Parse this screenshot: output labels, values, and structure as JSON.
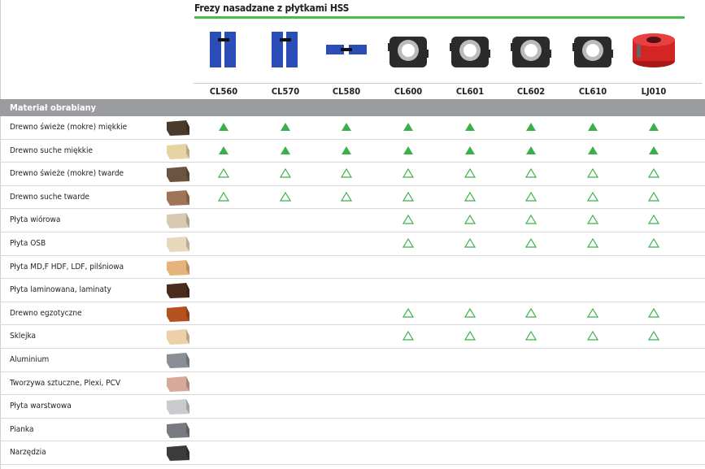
{
  "header": {
    "group_title": "Frezy nasadzane z płytkami HSS"
  },
  "columns": [
    {
      "code": "CL560",
      "color": "#2a4db8"
    },
    {
      "code": "CL570",
      "color": "#2a4db8"
    },
    {
      "code": "CL580",
      "color": "#2a4db8"
    },
    {
      "code": "CL600",
      "color": "#2b2b2b"
    },
    {
      "code": "CL601",
      "color": "#2b2b2b"
    },
    {
      "code": "CL602",
      "color": "#2b2b2b"
    },
    {
      "code": "CL610",
      "color": "#2b2b2b"
    },
    {
      "code": "LJ010",
      "color": "#d42424"
    }
  ],
  "band_label": "Materiał obrabiany",
  "legend": {
    "filled": "filled-triangle",
    "outline": "outline-triangle"
  },
  "rows": [
    {
      "label": "Drewno świeże (mokre) miękkie",
      "swatch": "#4a3a2c",
      "marks": [
        "F",
        "F",
        "F",
        "F",
        "F",
        "F",
        "F",
        "F"
      ]
    },
    {
      "label": "Drewno suche miękkie",
      "swatch": "#e8d3a4",
      "marks": [
        "F",
        "F",
        "F",
        "F",
        "F",
        "F",
        "F",
        "F"
      ]
    },
    {
      "label": "Drewno świeże (mokre) twarde",
      "swatch": "#6b5540",
      "marks": [
        "O",
        "O",
        "O",
        "O",
        "O",
        "O",
        "O",
        "O"
      ]
    },
    {
      "label": "Drewno suche twarde",
      "swatch": "#a07458",
      "marks": [
        "O",
        "O",
        "O",
        "O",
        "O",
        "O",
        "O",
        "O"
      ]
    },
    {
      "label": "Płyta wiórowa",
      "swatch": "#d9c9b0",
      "marks": [
        "",
        "",
        "",
        "O",
        "O",
        "O",
        "O",
        "O"
      ]
    },
    {
      "label": "Płyta OSB",
      "swatch": "#e6d8bb",
      "marks": [
        "",
        "",
        "",
        "O",
        "O",
        "O",
        "O",
        "O"
      ]
    },
    {
      "label": "Płyta MD,F HDF, LDF, pilśniowa",
      "swatch": "#e7b37a",
      "marks": [
        "",
        "",
        "",
        "",
        "",
        "",
        "",
        ""
      ]
    },
    {
      "label": "Płyta laminowana, laminaty",
      "swatch": "#4a2c1c",
      "marks": [
        "",
        "",
        "",
        "",
        "",
        "",
        "",
        ""
      ]
    },
    {
      "label": "Drewno egzotyczne",
      "swatch": "#b5501f",
      "marks": [
        "",
        "",
        "",
        "O",
        "O",
        "O",
        "O",
        "O"
      ]
    },
    {
      "label": "Sklejka",
      "swatch": "#ecd0a8",
      "marks": [
        "",
        "",
        "",
        "O",
        "O",
        "O",
        "O",
        "O"
      ]
    },
    {
      "label": "Aluminium",
      "swatch": "#8a8f96",
      "marks": [
        "",
        "",
        "",
        "",
        "",
        "",
        "",
        ""
      ]
    },
    {
      "label": "Tworzywa sztuczne, Plexi, PCV",
      "swatch": "#d8a898",
      "marks": [
        "",
        "",
        "",
        "",
        "",
        "",
        "",
        ""
      ]
    },
    {
      "label": "Płyta warstwowa",
      "swatch": "#c9cbcf",
      "marks": [
        "",
        "",
        "",
        "",
        "",
        "",
        "",
        ""
      ]
    },
    {
      "label": "Pianka",
      "swatch": "#777a80",
      "marks": [
        "",
        "",
        "",
        "",
        "",
        "",
        "",
        ""
      ]
    },
    {
      "label": "Narzędzia",
      "swatch": "#3b3b3b",
      "marks": [
        "",
        "",
        "",
        "",
        "",
        "",
        "",
        ""
      ]
    }
  ]
}
